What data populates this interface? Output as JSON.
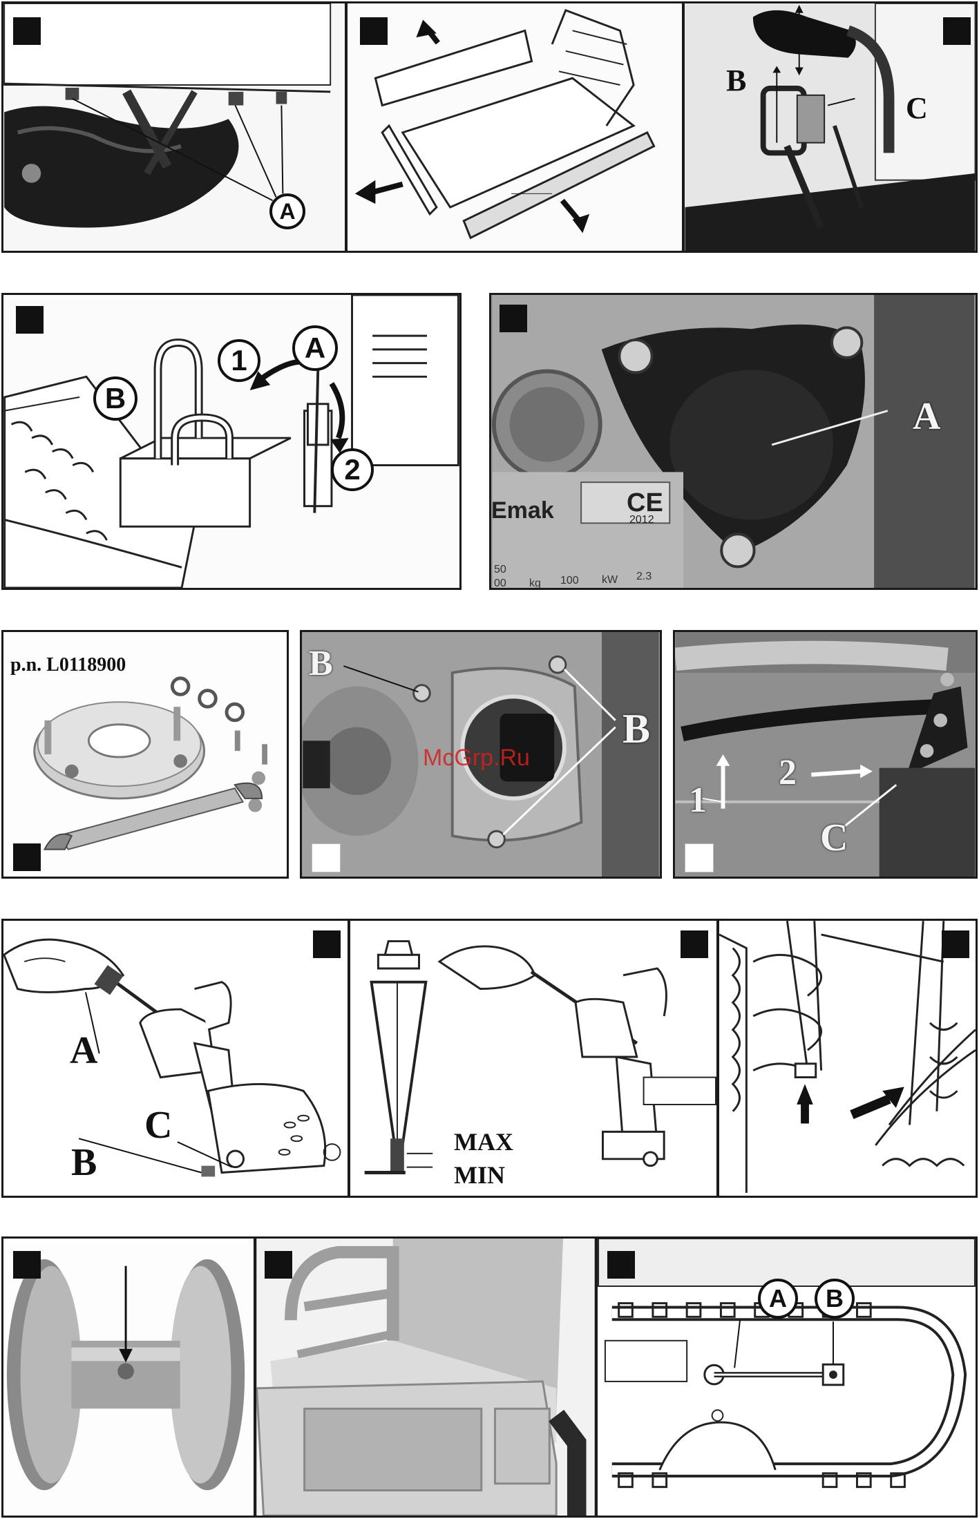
{
  "row1": {
    "p1": {
      "label_a": "A"
    },
    "p3": {
      "label_b": "B",
      "label_c": "C"
    }
  },
  "row2": {
    "p4": {
      "step_1": "1",
      "step_2": "2",
      "label_a": "A",
      "label_b": "B"
    },
    "p5": {
      "label_a": "A",
      "plate_brand": "Emak",
      "plate_ce": "CE",
      "plate_year": "2012",
      "plate_kg": "kg",
      "plate_kw": "kW",
      "plate_val1": "100",
      "plate_val2": "2.3",
      "plate_50": "50",
      "plate_00": "00"
    }
  },
  "row3": {
    "p6": {
      "part_number": "p.n. L0118900"
    },
    "p7": {
      "label_b1": "B",
      "label_b2": "B"
    },
    "p8": {
      "step_1": "1",
      "step_2": "2",
      "label_c": "C"
    },
    "watermark": "McGrp.Ru"
  },
  "row4": {
    "p9": {
      "label_a": "A",
      "label_b": "B",
      "label_c": "C"
    },
    "p10": {
      "max": "MAX",
      "min": "MIN"
    }
  },
  "row5": {
    "p15": {
      "label_a": "A",
      "label_b": "B"
    }
  },
  "colors": {
    "border": "#1a1a1a",
    "badge": "#111111",
    "watermark": "#d42020"
  }
}
